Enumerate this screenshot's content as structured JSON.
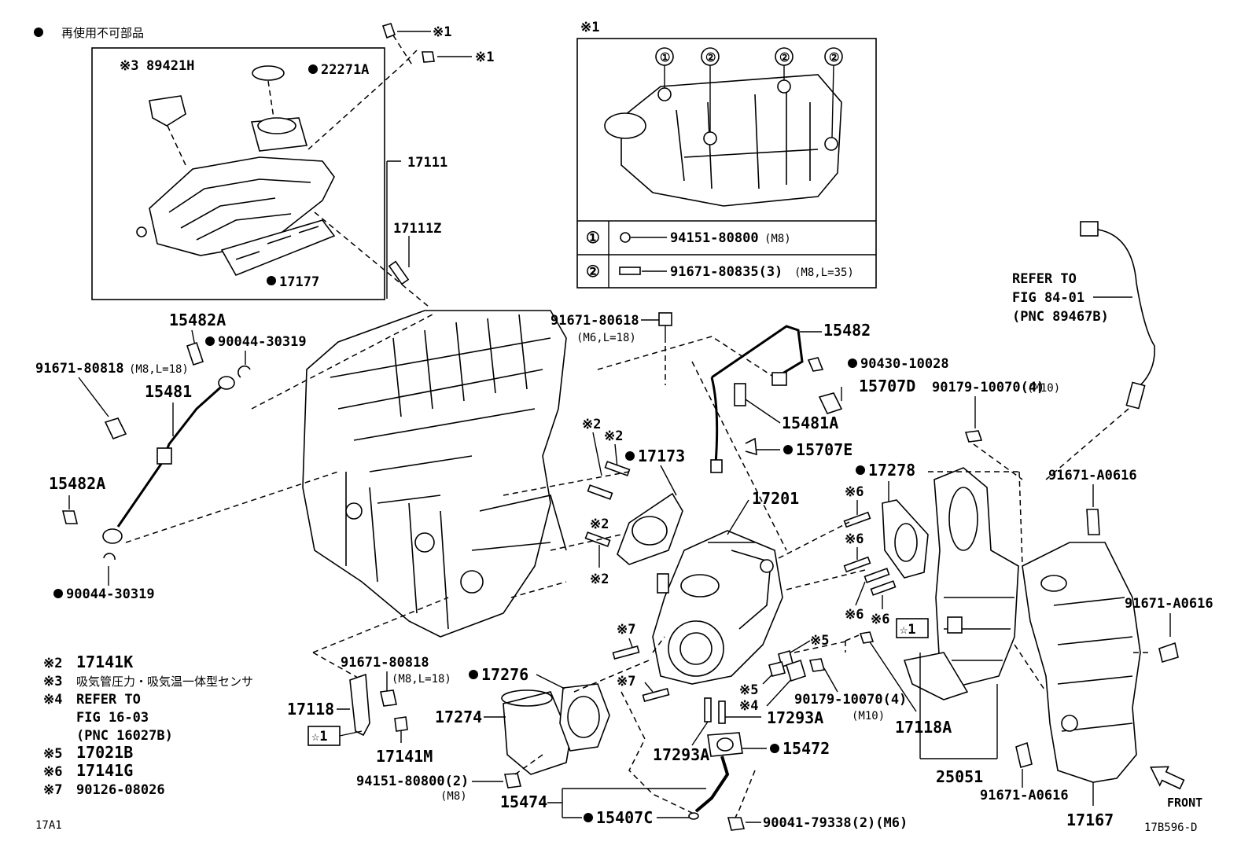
{
  "legend_nonreusable": "再使用不可部品",
  "inset1": {
    "mark": "※1",
    "circle1": "①",
    "circle2": "②",
    "row1_part": "94151-80800",
    "row1_spec": "(M8)",
    "row2_part": "91671-80835(3)",
    "row2_spec": "(M8,L=35)"
  },
  "notes": [
    {
      "mark": "※2",
      "text": "17141K"
    },
    {
      "mark": "※3",
      "text": "吸気管圧力・吸気温一体型センサ"
    },
    {
      "mark": "※4",
      "text": "REFER TO"
    },
    {
      "mark": "",
      "text": "FIG 16-03"
    },
    {
      "mark": "",
      "text": "(PNC 16027B)"
    },
    {
      "mark": "※5",
      "text": "17021B"
    },
    {
      "mark": "※6",
      "text": "17141G"
    },
    {
      "mark": "※7",
      "text": "90126-08026"
    }
  ],
  "refer": {
    "line1": "REFER TO",
    "line2": "FIG 84-01",
    "line3": "(PNC 89467B)"
  },
  "labels": {
    "m1a": "※1",
    "m1b": "※1",
    "p89421h": "89421H",
    "m3": "※3",
    "p22271a": "22271A",
    "p17111": "17111",
    "p17111z": "17111Z",
    "p17177": "17177",
    "p15482a_top": "15482A",
    "p90044_top": "90044-30319",
    "p91671_80818_l": "91671-80818",
    "spec_l": "(M8,L=18)",
    "p15481": "15481",
    "p15482a_mid": "15482A",
    "p90044_bot": "90044-30319",
    "p91671_80618": "91671-80618",
    "spec_80618": "(M6,L=18)",
    "p15482": "15482",
    "p90430": "90430-10028",
    "p15707d": "15707D",
    "p15481a": "15481A",
    "p15707e": "15707E",
    "p90179_top": "90179-10070(4)",
    "spec_m10_top": "(M10)",
    "m2a": "※2",
    "m2b": "※2",
    "p17173": "17173",
    "m2c": "※2",
    "m2d": "※2",
    "p17278": "17278",
    "p17201": "17201",
    "m6a": "※6",
    "m6b": "※6",
    "m6c": "※6",
    "m6d": "※6",
    "p91671_a0616_a": "91671-A0616",
    "p91671_a0616_b": "91671-A0616",
    "p91671_a0616_c": "91671-A0616",
    "m7a": "※7",
    "m7b": "※7",
    "m5a": "※5",
    "m5b": "※5",
    "m4": "※4",
    "star1a": "☆1",
    "star1b": "☆1",
    "p91671_80818_b": "91671-80818",
    "spec_b": "(M8,L=18)",
    "p17276": "17276",
    "p17118": "17118",
    "p17274": "17274",
    "p17141m": "17141M",
    "p17293a_r": "17293A",
    "p17293a_l": "17293A",
    "p15472": "15472",
    "p90179_bot": "90179-10070(4)",
    "spec_m10_bot": "(M10)",
    "p17118a": "17118A",
    "p25051": "25051",
    "p94151_bot": "94151-80800(2)",
    "spec_m8_bot": "(M8)",
    "p15474": "15474",
    "p15407c": "15407C",
    "p90041": "90041-79338(2)(M6)",
    "p17167": "17167",
    "front": "FRONT",
    "code_left": "17A1",
    "code_right": "17B596-D"
  }
}
